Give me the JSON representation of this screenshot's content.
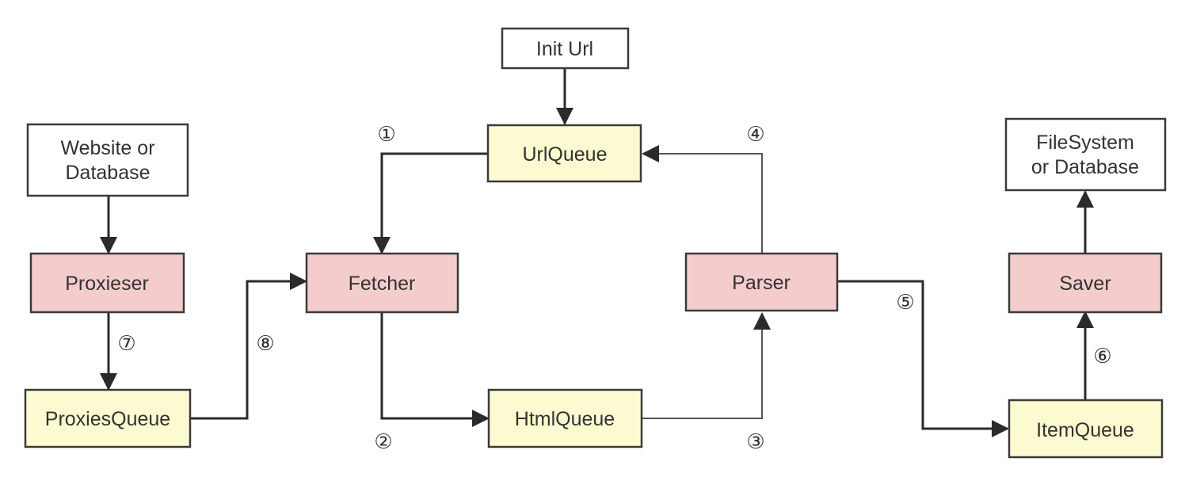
{
  "nodes": {
    "init_url": "Init Url",
    "url_queue": "UrlQueue",
    "website_db": [
      "Website or",
      "Database"
    ],
    "proxieser": "Proxieser",
    "proxies_queue": "ProxiesQueue",
    "fetcher": "Fetcher",
    "html_queue": "HtmlQueue",
    "parser": "Parser",
    "item_queue": "ItemQueue",
    "saver": "Saver",
    "filesystem_db": [
      "FileSystem",
      "or Database"
    ]
  },
  "steps": {
    "s1": "①",
    "s2": "②",
    "s3": "③",
    "s4": "④",
    "s5": "⑤",
    "s6": "⑥",
    "s7": "⑦",
    "s8": "⑧"
  },
  "colors": {
    "queue_fill": "#fbfad0",
    "worker_fill": "#f5cccc",
    "endpoint_fill": "#ffffff",
    "line": "#2b2b2b"
  }
}
